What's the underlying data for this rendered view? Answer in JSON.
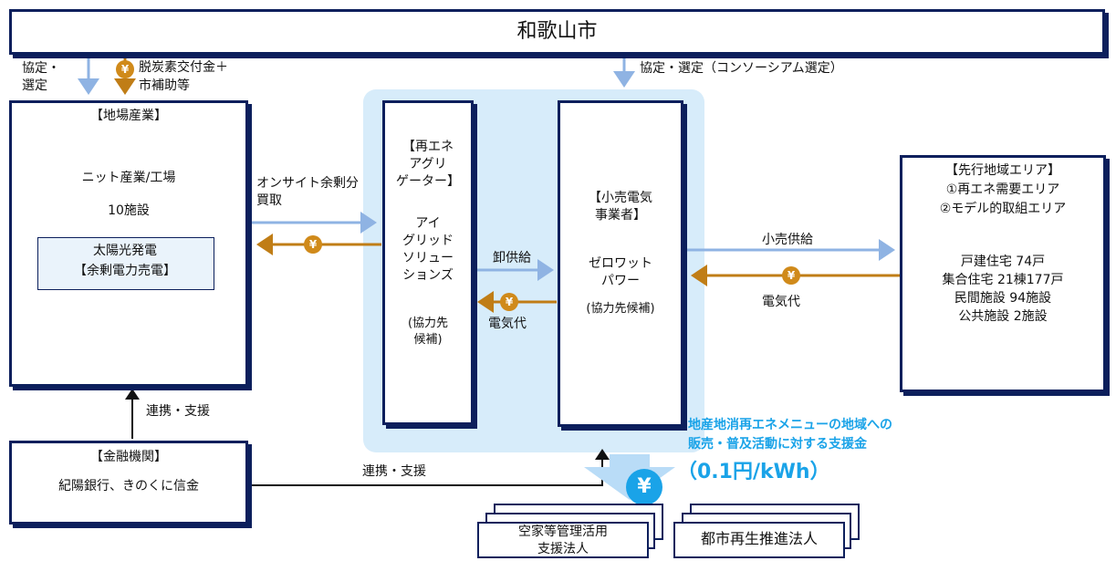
{
  "city": {
    "name": "和歌山市"
  },
  "top_labels": {
    "agreement_left": "協定・\n選定",
    "subsidy_line1": "脱炭素交付金＋",
    "subsidy_line2": "市補助等",
    "agreement_consortium": "協定・選定（コンソーシアム選定）"
  },
  "local_industry": {
    "title": "【地場産業】",
    "name": "ニット産業/工場",
    "count": "10施設",
    "solar_line1": "太陽光発電",
    "solar_line2": "【余剰電力売電】"
  },
  "aggregator": {
    "title": "【再エネ\nアグリ\nゲーター】",
    "name": "アイ\nグリッド\nソリュー\nションズ",
    "note": "(協力先\n候補)"
  },
  "retailer": {
    "title": "【小売電気\n事業者】",
    "name": "ゼロワット\nパワー",
    "note": "(協力先候補)"
  },
  "area": {
    "title": "【先行地域エリア】",
    "item1": "①再エネ需要エリア",
    "item2": "②モデル的取組エリア",
    "row1": "戸建住宅 74戸",
    "row2": "集合住宅 21棟177戸",
    "row3": "民間施設 94施設",
    "row4": "公共施設 2施設"
  },
  "finance": {
    "title": "【金融機関】",
    "name": "紀陽銀行、きのくに信金"
  },
  "flows": {
    "onsite_surplus": "オンサイト余剰分\n買取",
    "wholesale": "卸供給",
    "electricity_fee_mid": "電気代",
    "retail_supply": "小売供給",
    "electricity_fee_right": "電気代",
    "cooperation_vertical": "連携・支援",
    "cooperation_horizontal": "連携・支援"
  },
  "support": {
    "headline_line1": "地産地消再エネメニューの地域への",
    "headline_line2": "販売・普及活動に対する支援金",
    "amount": "（0.1円/kWh）"
  },
  "corps": {
    "vacant_house_line1": "空家等管理活用",
    "vacant_house_line2": "支援法人",
    "urban_renewal": "都市再生推進法人"
  },
  "symbols": {
    "yen": "¥"
  },
  "colors": {
    "navy": "#0c1f5c",
    "blue_arrow": "#8fb3e3",
    "gold_arrow": "#c07d16",
    "light_area": "#d7ecfa",
    "highlight": "#1aa3e8"
  }
}
